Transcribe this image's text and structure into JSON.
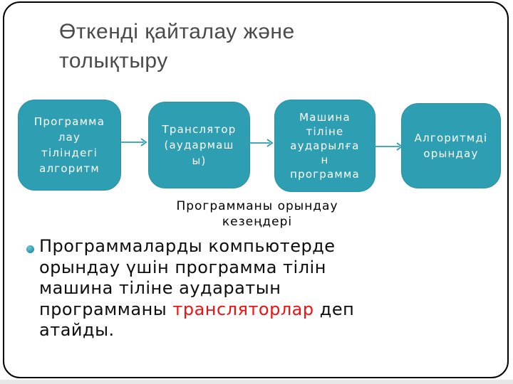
{
  "slide": {
    "title": "Өткенді қайталау және\nтолықтыру",
    "flowchart": {
      "boxes": [
        {
          "label": "Программа\nлау\nтіліндегі\nалгоритм"
        },
        {
          "label": "Транслятор\n(аудармаш\nы)"
        },
        {
          "label": "Машина\nтіліне\nаударылға\nн\nпрограмма"
        },
        {
          "label": "Алгоритмді\nорындау"
        }
      ],
      "caption": "Программаны орындау\nкезеңдері"
    },
    "body": {
      "before": "Программаларды компьютерде\nорындау үшін программа тілін\nмашина тіліне аударатын\nпрограмманы ",
      "highlight": "трансляторлар",
      "after": " деп\nатайды."
    },
    "colors": {
      "box_teal": "#2e9eb3",
      "arrow_teal": "#2e9eb3",
      "title_gray": "#4a4a4a",
      "highlight_red": "#ee1111",
      "text_black": "#0d0d0d",
      "frame_border": "#000000"
    }
  }
}
